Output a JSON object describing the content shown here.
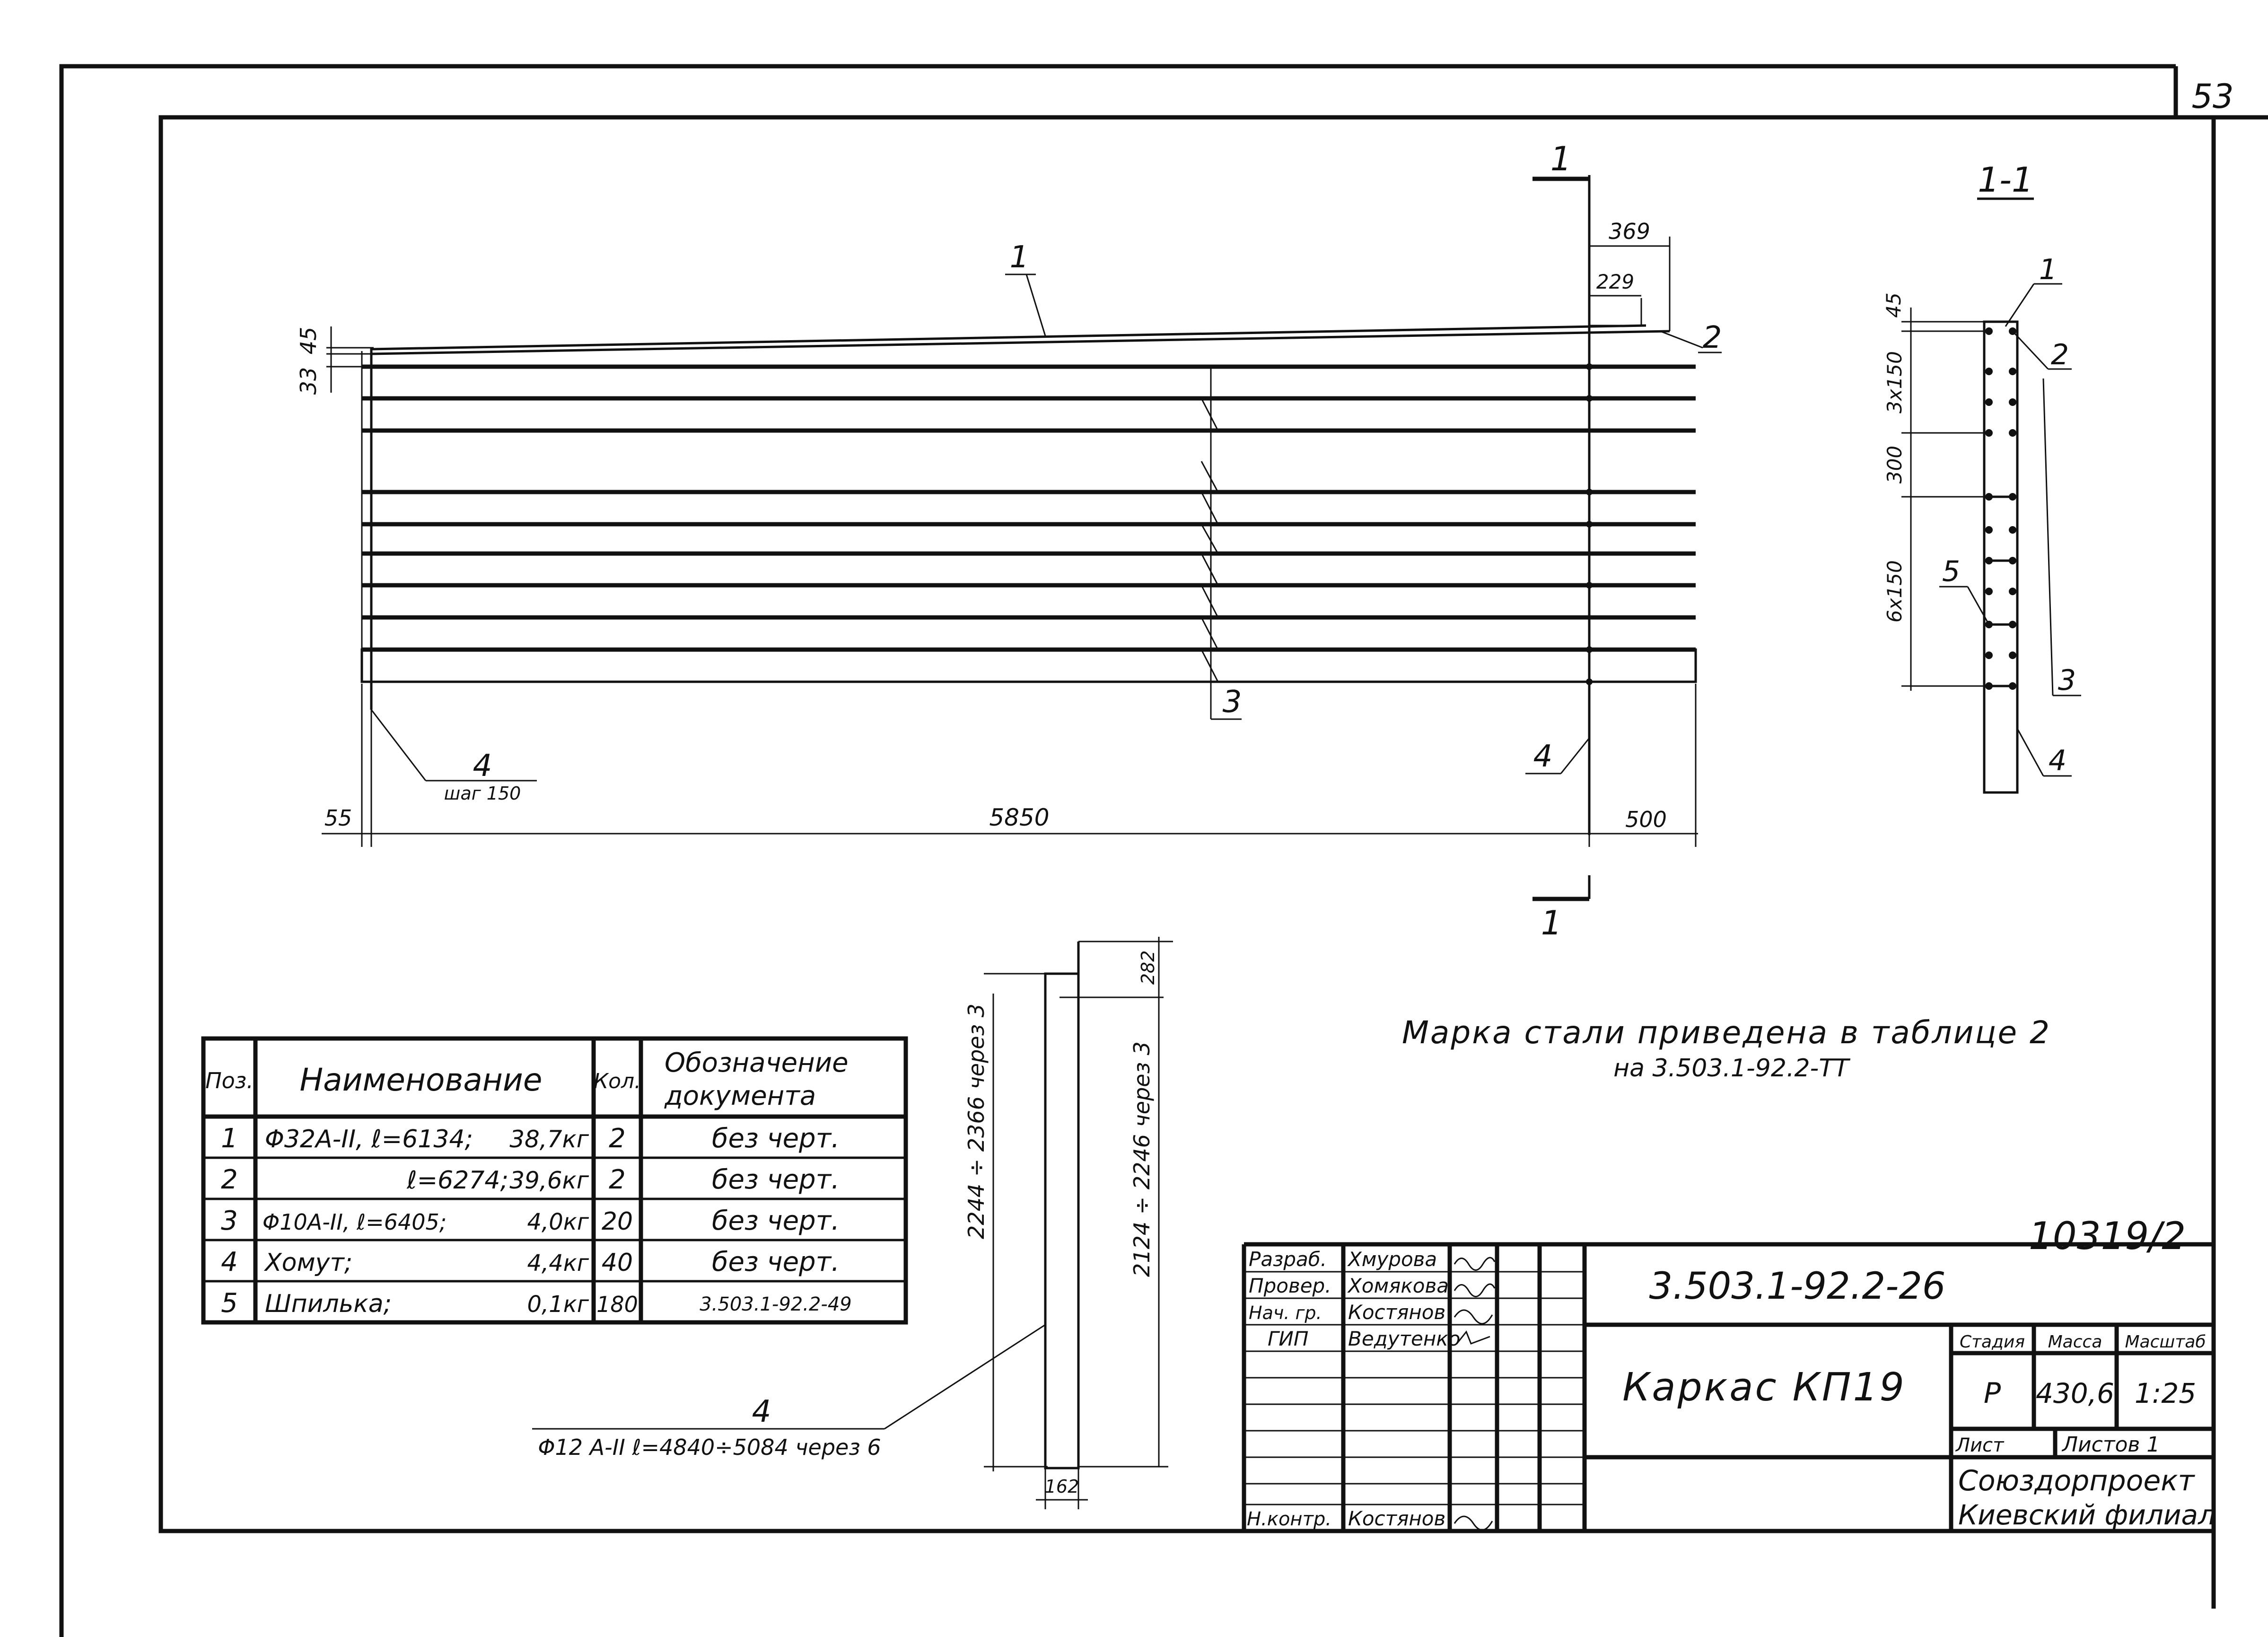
{
  "sheet_number": "53",
  "main_view": {
    "dims": {
      "top_total": "369",
      "top_inner": "229",
      "left_a": "45",
      "left_b": "33",
      "bottom_left": "55",
      "bottom_main": "5850",
      "bottom_right": "500"
    },
    "callouts": {
      "c1": "1",
      "c2": "2",
      "c3": "3",
      "c4_left": "4",
      "c4_left_note": "шаг 150",
      "c4_right": "4"
    },
    "section_mark_top": "1",
    "section_mark_bottom": "1"
  },
  "section": {
    "title": "1-1",
    "dim_45": "45",
    "dim_3x150": "3х150",
    "dim_300": "300",
    "dim_6x150": "6х150",
    "c1": "1",
    "c2": "2",
    "c3": "3",
    "c4": "4",
    "c5": "5"
  },
  "stirrup": {
    "dim_top": "282",
    "dim_left_vertical": "2244 ÷ 2366 через 3",
    "dim_right_vertical": "2124 ÷ 2246 через 3",
    "dim_bottom": "162",
    "callout_num": "4",
    "callout_text": "Φ12 А-II ℓ=4840÷5084 через 6"
  },
  "note": {
    "line1": "Марка стали приведена в таблице 2",
    "line2": "на 3.503.1-92.2-ТТ"
  },
  "spec_table": {
    "headers": {
      "pos": "Поз.",
      "name": "Наименование",
      "qty": "Кол.",
      "doc_line1": "Обозначение",
      "doc_line2": "документа"
    },
    "rows": [
      {
        "pos": "1",
        "name": "Φ32А-II, ℓ=6134;",
        "mass": "38,7кг",
        "qty": "2",
        "doc": "без черт."
      },
      {
        "pos": "2",
        "name": "ℓ=6274;",
        "mass": "39,6кг",
        "qty": "2",
        "doc": "без черт."
      },
      {
        "pos": "3",
        "name": "Φ10А-II, ℓ=6405;",
        "mass": "4,0кг",
        "qty": "20",
        "doc": "без черт."
      },
      {
        "pos": "4",
        "name": "Хомут;",
        "mass": "4,4кг",
        "qty": "40",
        "doc": "без черт."
      },
      {
        "pos": "5",
        "name": "Шпилька;",
        "mass": "0,1кг",
        "qty": "180",
        "doc": "3.503.1-92.2-49"
      }
    ]
  },
  "title_block": {
    "inventory_no": "10319/2",
    "doc_code": "3.503.1-92.2-26",
    "title": "Каркас КП19",
    "stage_label": "Стадия",
    "mass_label": "Масса",
    "scale_label": "Масштаб",
    "stage": "Р",
    "mass": "430,6",
    "scale": "1:25",
    "sheet_label": "Лист",
    "sheets_label": "Листов 1",
    "org_line1": "Союздорпроект",
    "org_line2": "Киевский филиал",
    "people": [
      {
        "role": "Разраб.",
        "name": "Хмурова"
      },
      {
        "role": "Провер.",
        "name": "Хомякова"
      },
      {
        "role": "Нач. гр.",
        "name": "Костянов"
      },
      {
        "role": "ГИП",
        "name": "Ведутенко"
      }
    ],
    "norm_control": {
      "role": "Н.контр.",
      "name": "Костянов"
    }
  }
}
